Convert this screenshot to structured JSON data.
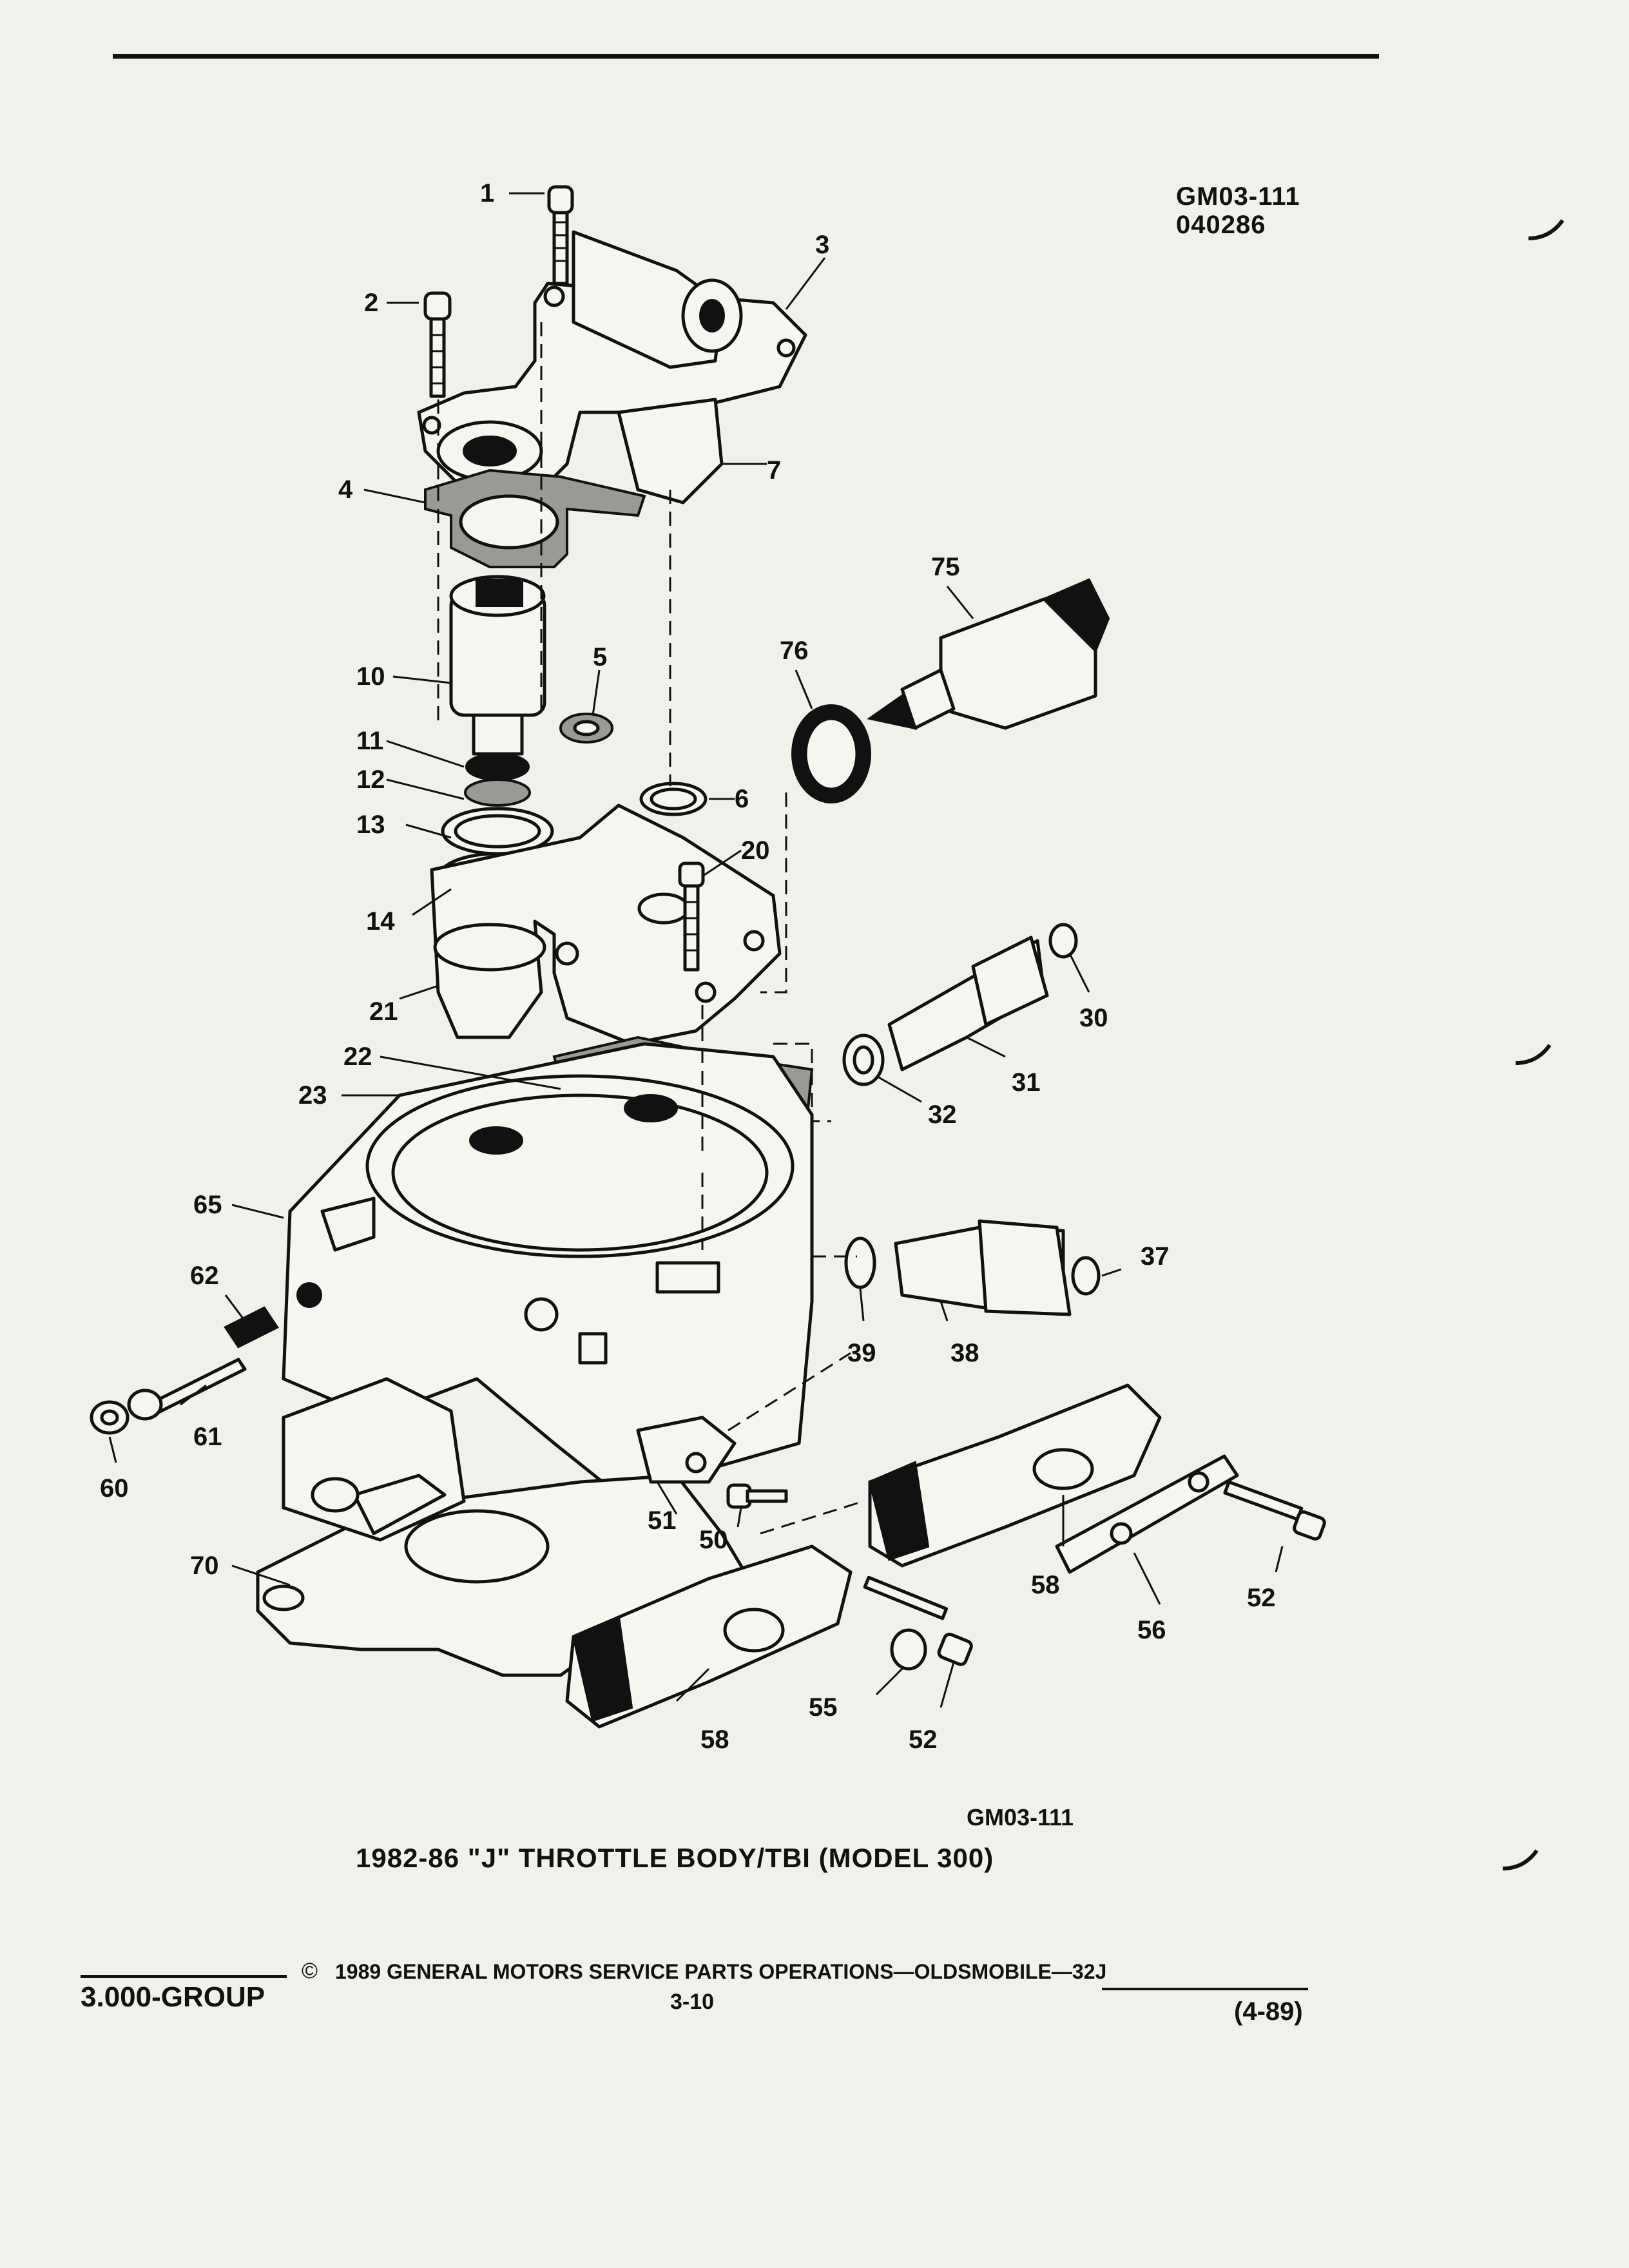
{
  "header": {
    "code": "GM03-111",
    "date_code": "040286"
  },
  "figure": {
    "code": "GM03-111",
    "title": "1982-86 \"J\" THROTTLE BODY/TBI (MODEL 300)",
    "callouts": [
      "1",
      "2",
      "3",
      "4",
      "5",
      "6",
      "7",
      "10",
      "11",
      "12",
      "13",
      "14",
      "20",
      "21",
      "22",
      "23",
      "30",
      "31",
      "32",
      "37",
      "38",
      "39",
      "50",
      "51",
      "52",
      "52",
      "55",
      "56",
      "58",
      "58",
      "60",
      "61",
      "62",
      "65",
      "70",
      "75",
      "76"
    ]
  },
  "footer": {
    "group": "3.000-GROUP",
    "copyright_symbol": "©",
    "copyright": "1989  GENERAL MOTORS SERVICE PARTS OPERATIONS—OLDSMOBILE—32J",
    "page": "3-10",
    "revision": "(4-89)"
  }
}
